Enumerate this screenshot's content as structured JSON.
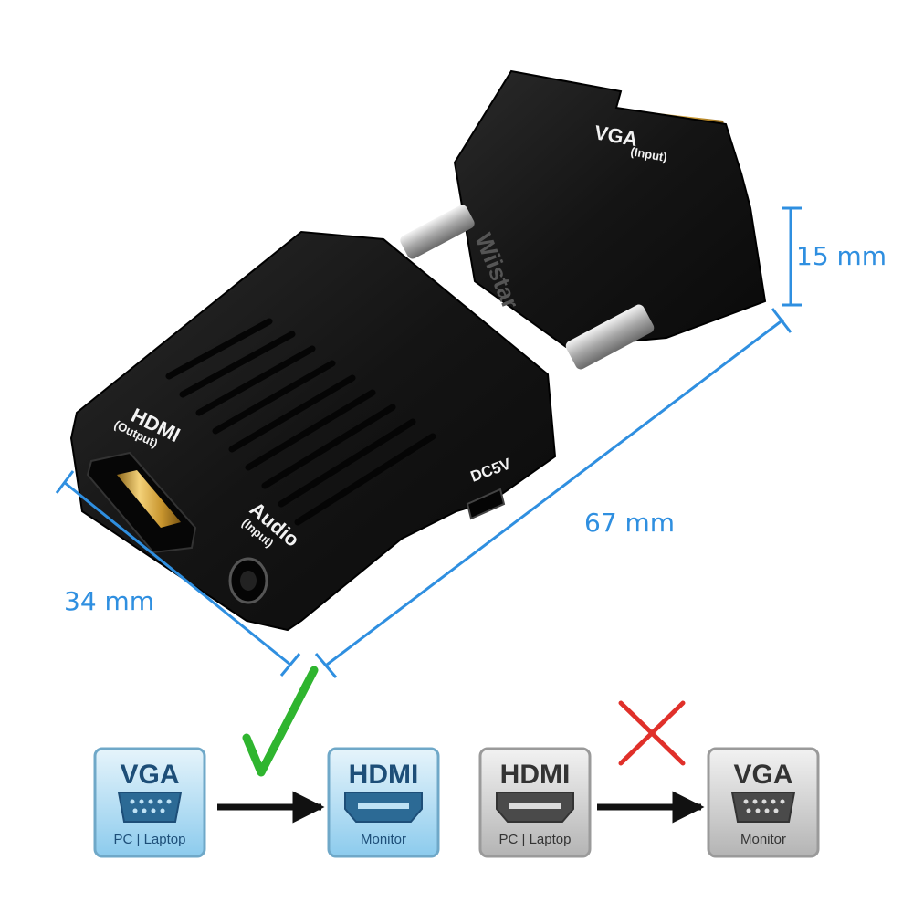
{
  "product": {
    "brand_watermark": "Wiistar",
    "ports": {
      "vga": {
        "name": "VGA",
        "role": "(Input)"
      },
      "hdmi": {
        "name": "HDMI",
        "role": "(Output)"
      },
      "audio": {
        "name": "Audio",
        "role": "(Input)"
      },
      "power": {
        "name": "DC5V"
      }
    },
    "colors": {
      "body": "#141414",
      "gold": "#d9a93a",
      "dimension_line": "#2f8fe0"
    }
  },
  "dimensions": {
    "height": "15 mm",
    "length": "67 mm",
    "width": "34 mm"
  },
  "diagram": {
    "supported": {
      "status_icon": "check-icon",
      "status_color": "#2fb52f",
      "source": {
        "title": "VGA",
        "subtitle": "PC | Laptop",
        "icon": "vga-port-icon"
      },
      "target": {
        "title": "HDMI",
        "subtitle": "Monitor",
        "icon": "hdmi-port-icon"
      },
      "theme_color": "#4aa6d8"
    },
    "unsupported": {
      "status_icon": "cross-icon",
      "status_color": "#e0302a",
      "source": {
        "title": "HDMI",
        "subtitle": "PC | Laptop",
        "icon": "hdmi-port-icon"
      },
      "target": {
        "title": "VGA",
        "subtitle": "Monitor",
        "icon": "vga-port-icon"
      },
      "theme_color": "#9a9a9a"
    }
  }
}
